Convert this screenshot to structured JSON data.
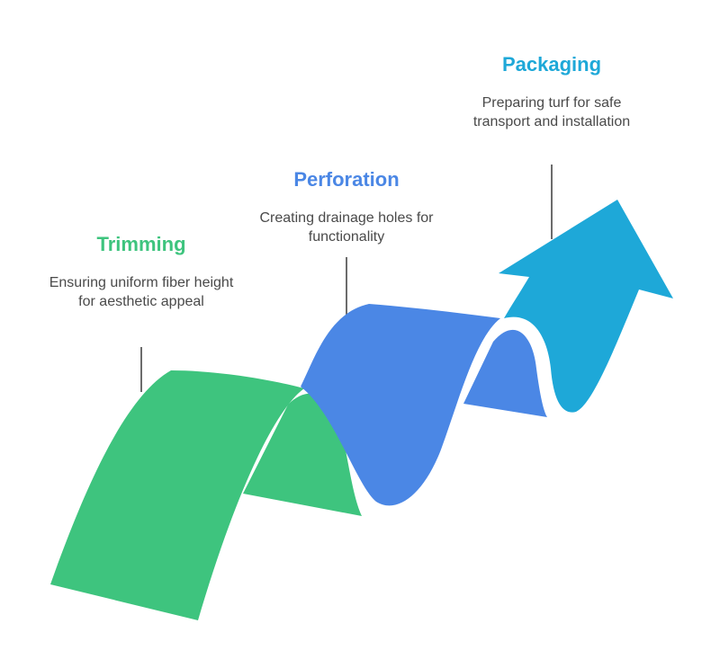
{
  "colors": {
    "trimming": "#3EC47E",
    "perforation": "#4B87E5",
    "packaging": "#1EA8D8",
    "connector": "#3a3a3a",
    "description_text": "#4a4a4a"
  },
  "steps": [
    {
      "title": "Trimming",
      "description": "Ensuring uniform fiber height for aesthetic appeal"
    },
    {
      "title": "Perforation",
      "description": "Creating drainage holes for functionality"
    },
    {
      "title": "Packaging",
      "description": "Preparing turf for safe transport and installation"
    }
  ]
}
